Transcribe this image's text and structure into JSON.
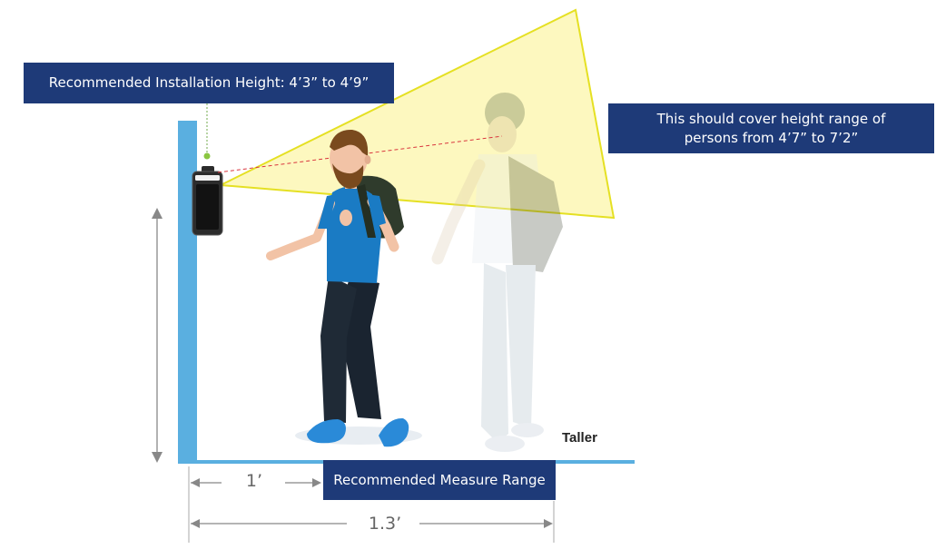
{
  "labels": {
    "install_height": "Recommended Installation Height: 4’3” to 4’9”",
    "cover_range_line1": "This should cover height range of",
    "cover_range_line2": "persons from 4’7” to 7’2”",
    "measure_range": "Recommended Measure Range",
    "taller": "Taller"
  },
  "dimensions": {
    "short": "1’",
    "long": "1.3’"
  },
  "colors": {
    "label_bg": "#1e3a78",
    "wall": "#5aafe0",
    "floor": "#5aafe0",
    "cone_fill": "#fcf5a6",
    "cone_stroke": "#e5e023",
    "shirt": "#1a7bc4",
    "pants": "#1f2a36",
    "shoes": "#2a8ad8",
    "hair": "#7a4a1e",
    "skin": "#f2c3a6",
    "backpack": "#2f3b2c",
    "dim_line": "#888888"
  },
  "icons": {
    "device": "face-recognition-terminal-icon",
    "person": "walking-person-icon",
    "taller_person": "taller-person-ghost-icon"
  }
}
